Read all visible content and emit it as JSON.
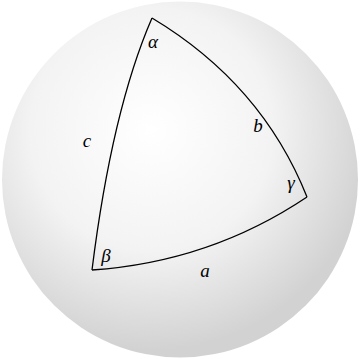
{
  "diagram": {
    "labels": [
      "α",
      "b",
      "c",
      "γ",
      "β",
      "a"
    ]
  }
}
